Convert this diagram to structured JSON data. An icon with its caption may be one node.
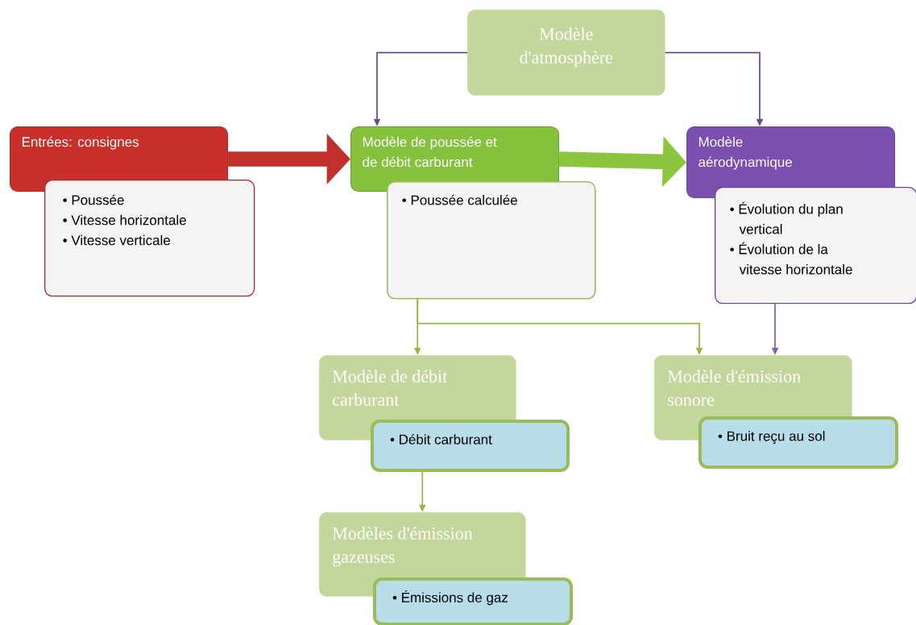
{
  "diagram": {
    "nodes": [
      {
        "text": [
          "Modèle d'atmosphère"
        ]
      },
      {
        "text": [
          "Entrées: consignes"
        ]
      },
      {
        "text": [
          "• Poussée",
          "• Vitesse horizontale",
          "• Vitesse verticale"
        ]
      },
      {
        "text": [
          "Modèle de poussée et de débit carburant"
        ]
      },
      {
        "text": [
          "• Poussée calculée"
        ]
      },
      {
        "text": [
          "Modèle aérodynamique"
        ]
      },
      {
        "text": [
          "• Évolution du plan vertical",
          "• Évolution de la vitesse horizontale"
        ]
      },
      {
        "text": [
          "Modèle de débit carburant"
        ]
      },
      {
        "text": [
          "• Débit carburant"
        ]
      },
      {
        "text": [
          "Modèles d'émission gazeuses"
        ]
      },
      {
        "text": [
          "• Émissions de gaz"
        ]
      },
      {
        "text": [
          "Modèle d'émission sonore"
        ]
      },
      {
        "text": [
          "• Bruit reçu au sol"
        ]
      }
    ],
    "edges": [
      {
        "from": 0,
        "to": 3,
        "arrow": "to",
        "color": "#6b4a8c"
      },
      {
        "from": 0,
        "to": 5,
        "arrow": "to",
        "color": "#6b4a8c"
      },
      {
        "from": 1,
        "to": 3,
        "arrow": "to",
        "style": "thick",
        "color": "#c0302c"
      },
      {
        "from": 3,
        "to": 5,
        "arrow": "to",
        "style": "thick",
        "color": "#8cc63f"
      },
      {
        "from": 4,
        "to": 7,
        "arrow": "to",
        "color": "#8fb84a"
      },
      {
        "from": 4,
        "to": 11,
        "arrow": "to",
        "color": "#8fb84a"
      },
      {
        "from": 6,
        "to": 11,
        "arrow": "to",
        "color": "#8064a2"
      },
      {
        "from": 8,
        "to": 9,
        "arrow": "to",
        "color": "#8fb84a"
      }
    ]
  }
}
